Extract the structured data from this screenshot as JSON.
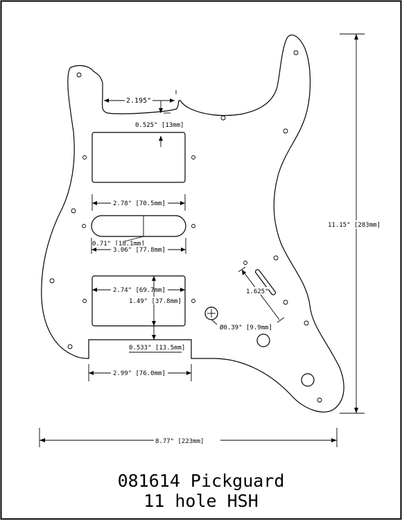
{
  "title": {
    "line1": "081614 Pickguard",
    "line2": "11 hole HSH"
  },
  "dimensions": {
    "neck_width": "2.195\"",
    "neck_depth": "0.525\" [13mm]",
    "hum_cut_width": "2.78\" [70.5mm]",
    "single_cut_height": "0.71\" [18.1mm]",
    "single_cut_width": "3.06\" [77.8mm]",
    "bridge_hum_width": "2.74\" [69.7mm]",
    "bridge_hum_height": "1.49\" [37.8mm]",
    "bridge_step": "0.533\" [13.5mm]",
    "bottom_width": "2.99\" [76.0mm]",
    "switch_slot": "1.625\"",
    "hole_diameter": "Ø0.39\" [9.9mm]",
    "overall_height": "11.15\" [283mm]",
    "overall_width": "8.77\" [223mm]"
  }
}
